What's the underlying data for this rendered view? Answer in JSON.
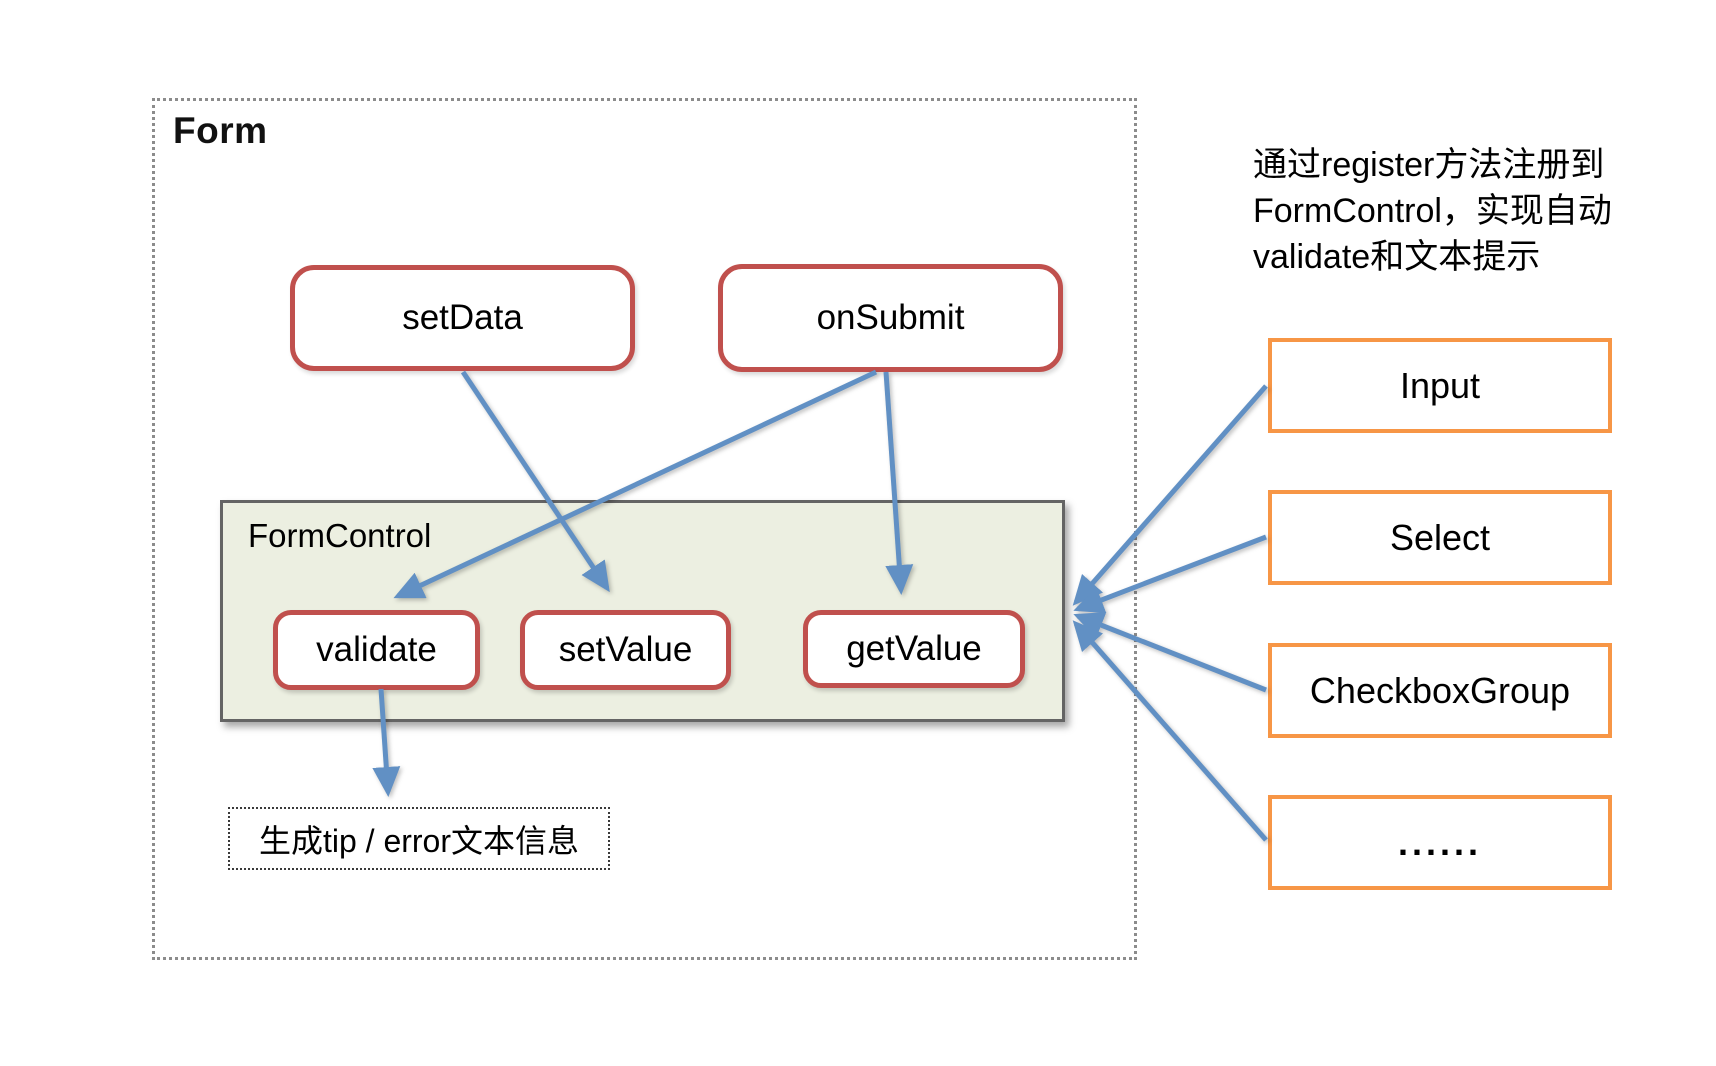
{
  "colors": {
    "red_border": "#c0504d",
    "orange_border": "#f79646",
    "arrow_blue": "#6190c4",
    "formcontrol_bg": "#ecefe1",
    "formcontrol_border": "#646464",
    "form_dashed_border": "#8c8c8c"
  },
  "form": {
    "title": "Form",
    "set_data_label": "setData",
    "on_submit_label": "onSubmit",
    "form_control": {
      "title": "FormControl",
      "validate_label": "validate",
      "set_value_label": "setValue",
      "get_value_label": "getValue"
    },
    "tip_label": "生成tip / error文本信息"
  },
  "annotation": {
    "line1": "通过register方法注册到",
    "line2": "FormControl，实现自动",
    "line3": "validate和文本提示"
  },
  "components": {
    "input_label": "Input",
    "select_label": "Select",
    "checkbox_group_label": "CheckboxGroup",
    "more_label": "......"
  }
}
